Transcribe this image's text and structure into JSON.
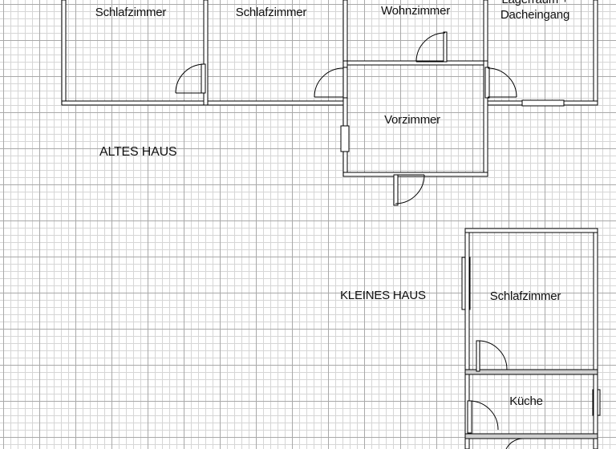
{
  "plan": {
    "buildings": [
      {
        "id": "altes-haus",
        "label": "ALTES HAUS"
      },
      {
        "id": "kleines-haus",
        "label": "KLEINES HAUS"
      }
    ],
    "rooms": [
      {
        "id": "schlafzimmer-1",
        "label": "Schlafzimmer"
      },
      {
        "id": "schlafzimmer-2",
        "label": "Schlafzimmer"
      },
      {
        "id": "wohnzimmer",
        "label": "Wohnzimmer"
      },
      {
        "id": "lagerraum-dacheingang",
        "label": "Lagerraum + Dacheingang",
        "lines": [
          "Lagerraum +",
          "Dacheingang"
        ]
      },
      {
        "id": "vorzimmer",
        "label": "Vorzimmer"
      },
      {
        "id": "schlafzimmer-3",
        "label": "Schlafzimmer"
      },
      {
        "id": "kueche",
        "label": "Küche"
      }
    ],
    "colors": {
      "wall_outline": "#000000",
      "wall_fill": "#ffffff",
      "wall_shade": "#cfcfcf",
      "grid_major": "#a9a9a9",
      "grid_minor": "#d6d6d6",
      "background": "#ffffff"
    }
  }
}
